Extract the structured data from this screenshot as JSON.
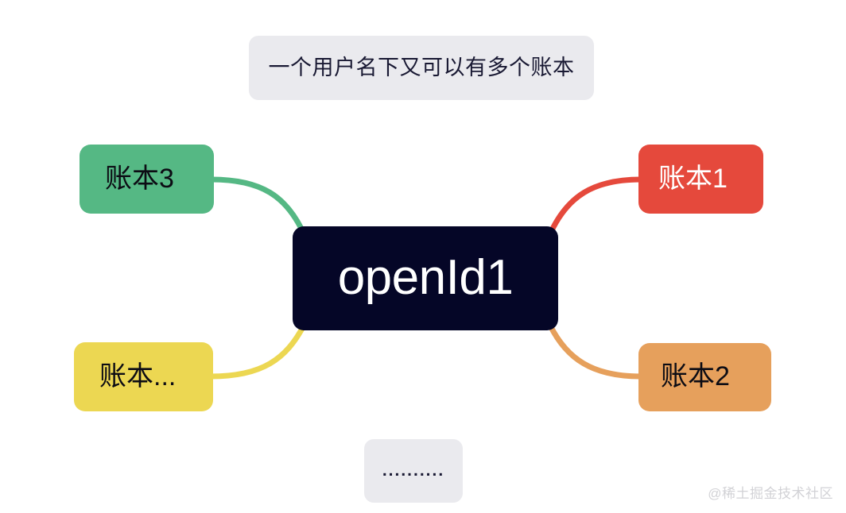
{
  "diagram": {
    "type": "mind-map",
    "background": "#ffffff",
    "center": {
      "label": "openId1",
      "fill": "#050627",
      "text_color": "#ffffff"
    },
    "notes": {
      "top": {
        "label": "一个用户名下又可以有多个账本",
        "fill": "#eaeaee",
        "text_color": "#191933"
      },
      "bottom": {
        "label": "..........",
        "fill": "#eaeaee",
        "text_color": "#191933"
      }
    },
    "branches": [
      {
        "id": "ledger-3",
        "label": "账本3",
        "fill": "#55b884",
        "text_color": "#0c0c14",
        "side": "left-top",
        "edge_color": "#55b884"
      },
      {
        "id": "ledger-1",
        "label": "账本1",
        "fill": "#e5493c",
        "text_color": "#ffffff",
        "side": "right-top",
        "edge_color": "#e5493c"
      },
      {
        "id": "ledger-more",
        "label": "账本...",
        "fill": "#ecd752",
        "text_color": "#0c0c14",
        "side": "left-bottom",
        "edge_color": "#ecd752"
      },
      {
        "id": "ledger-2",
        "label": "账本2",
        "fill": "#e6a05c",
        "text_color": "#0c0c14",
        "side": "right-bottom",
        "edge_color": "#e6a05c"
      }
    ]
  },
  "watermark": {
    "text": "@稀土掘金技术社区",
    "color": "#d2d2d6"
  }
}
